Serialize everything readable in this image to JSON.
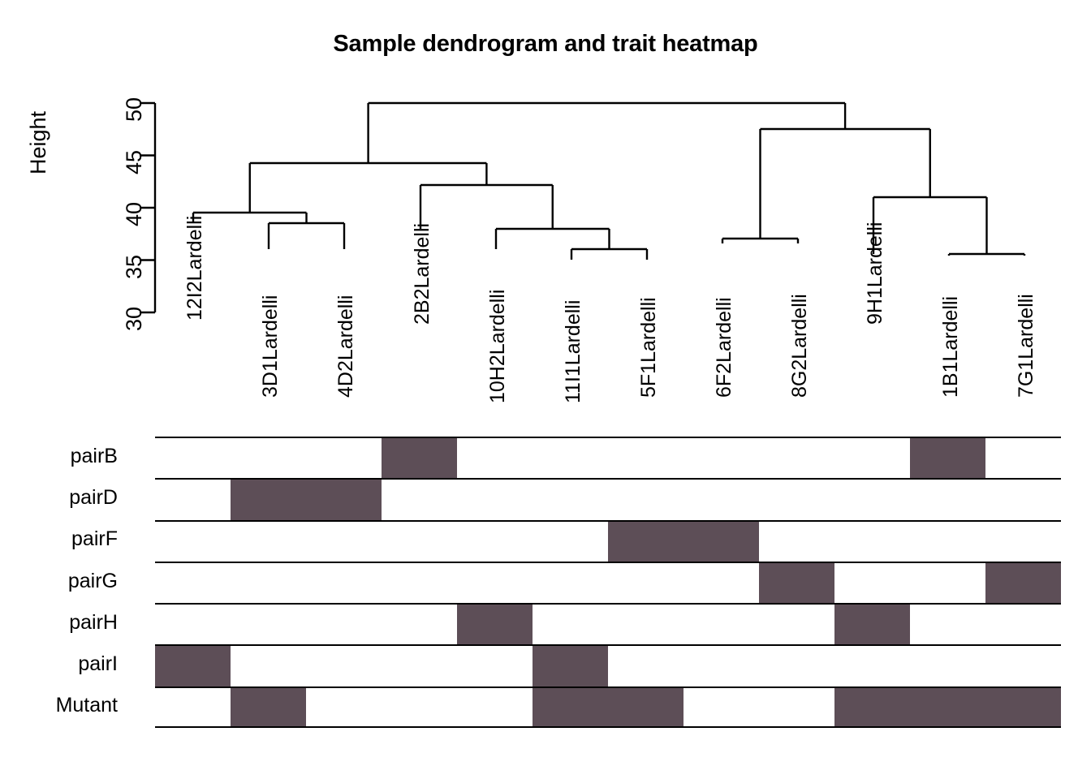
{
  "title": "Sample dendrogram and trait heatmap",
  "axis": {
    "y_title": "Height",
    "ticks": [
      "30",
      "35",
      "40",
      "45",
      "50"
    ]
  },
  "samples": [
    "12I2Lardelli",
    "3D1Lardelli",
    "4D2Lardelli",
    "2B2Lardelli",
    "10H2Lardelli",
    "11I1Lardelli",
    "5F1Lardelli",
    "6F2Lardelli",
    "8G2Lardelli",
    "9H1Lardelli",
    "1B1Lardelli",
    "7G1Lardelli"
  ],
  "traits": [
    "pairB",
    "pairD",
    "pairF",
    "pairG",
    "pairH",
    "pairI",
    "Mutant"
  ],
  "colors": {
    "trait_on": "#5d4e57",
    "trait_off": "#ffffff",
    "line": "#000000"
  },
  "chart_data": {
    "type": "heatmap",
    "title": "Sample dendrogram and trait heatmap",
    "xlabel": "",
    "ylabel": "Height",
    "ylim": [
      28.5,
      51
    ],
    "grid": false,
    "legend": "none",
    "x": [
      "12I2Lardelli",
      "3D1Lardelli",
      "4D2Lardelli",
      "2B2Lardelli",
      "10H2Lardelli",
      "11I1Lardelli",
      "5F1Lardelli",
      "6F2Lardelli",
      "8G2Lardelli",
      "9H1Lardelli",
      "1B1Lardelli",
      "7G1Lardelli"
    ],
    "categories": [
      "pairB",
      "pairD",
      "pairF",
      "pairG",
      "pairH",
      "pairI",
      "Mutant"
    ],
    "values": [
      [
        0,
        0,
        0,
        1,
        0,
        0,
        0,
        0,
        0,
        0,
        1,
        0
      ],
      [
        0,
        1,
        1,
        0,
        0,
        0,
        0,
        0,
        0,
        0,
        0,
        0
      ],
      [
        0,
        0,
        0,
        0,
        0,
        0,
        1,
        1,
        0,
        0,
        0,
        0
      ],
      [
        0,
        0,
        0,
        0,
        0,
        0,
        0,
        0,
        1,
        0,
        0,
        1
      ],
      [
        0,
        0,
        0,
        0,
        1,
        0,
        0,
        0,
        0,
        1,
        0,
        0
      ],
      [
        1,
        0,
        0,
        0,
        0,
        1,
        0,
        0,
        0,
        0,
        0,
        0
      ],
      [
        0,
        1,
        0,
        0,
        0,
        1,
        1,
        0,
        0,
        1,
        1,
        1
      ]
    ],
    "dendrogram": {
      "leaf_order": [
        "12I2Lardelli",
        "3D1Lardelli",
        "4D2Lardelli",
        "2B2Lardelli",
        "10H2Lardelli",
        "11I1Lardelli",
        "5F1Lardelli",
        "6F2Lardelli",
        "8G2Lardelli",
        "9H1Lardelli",
        "1B1Lardelli",
        "7G1Lardelli"
      ],
      "merges": [
        {
          "label": "3D1 + 4D2",
          "height": 36.0
        },
        {
          "label": "12I2 + (3D1,4D2)",
          "height": 39.5
        },
        {
          "label": "11I1 + 5F1",
          "height": 35.0
        },
        {
          "label": "10H2 + (11I1,5F1)",
          "height": 38.0
        },
        {
          "label": "2B2 + (10H2,11I1,5F1)",
          "height": 42.2
        },
        {
          "label": "left-cluster-root",
          "height": 44.3
        },
        {
          "label": "6F2 + 8G2",
          "height": 36.5
        },
        {
          "label": "1B1 + 7G1",
          "height": 35.5
        },
        {
          "label": "9H1 + (1B1,7G1)",
          "height": 41.0
        },
        {
          "label": "right-cluster-root",
          "height": 47.5
        },
        {
          "label": "root",
          "height": 50.0
        }
      ]
    }
  }
}
